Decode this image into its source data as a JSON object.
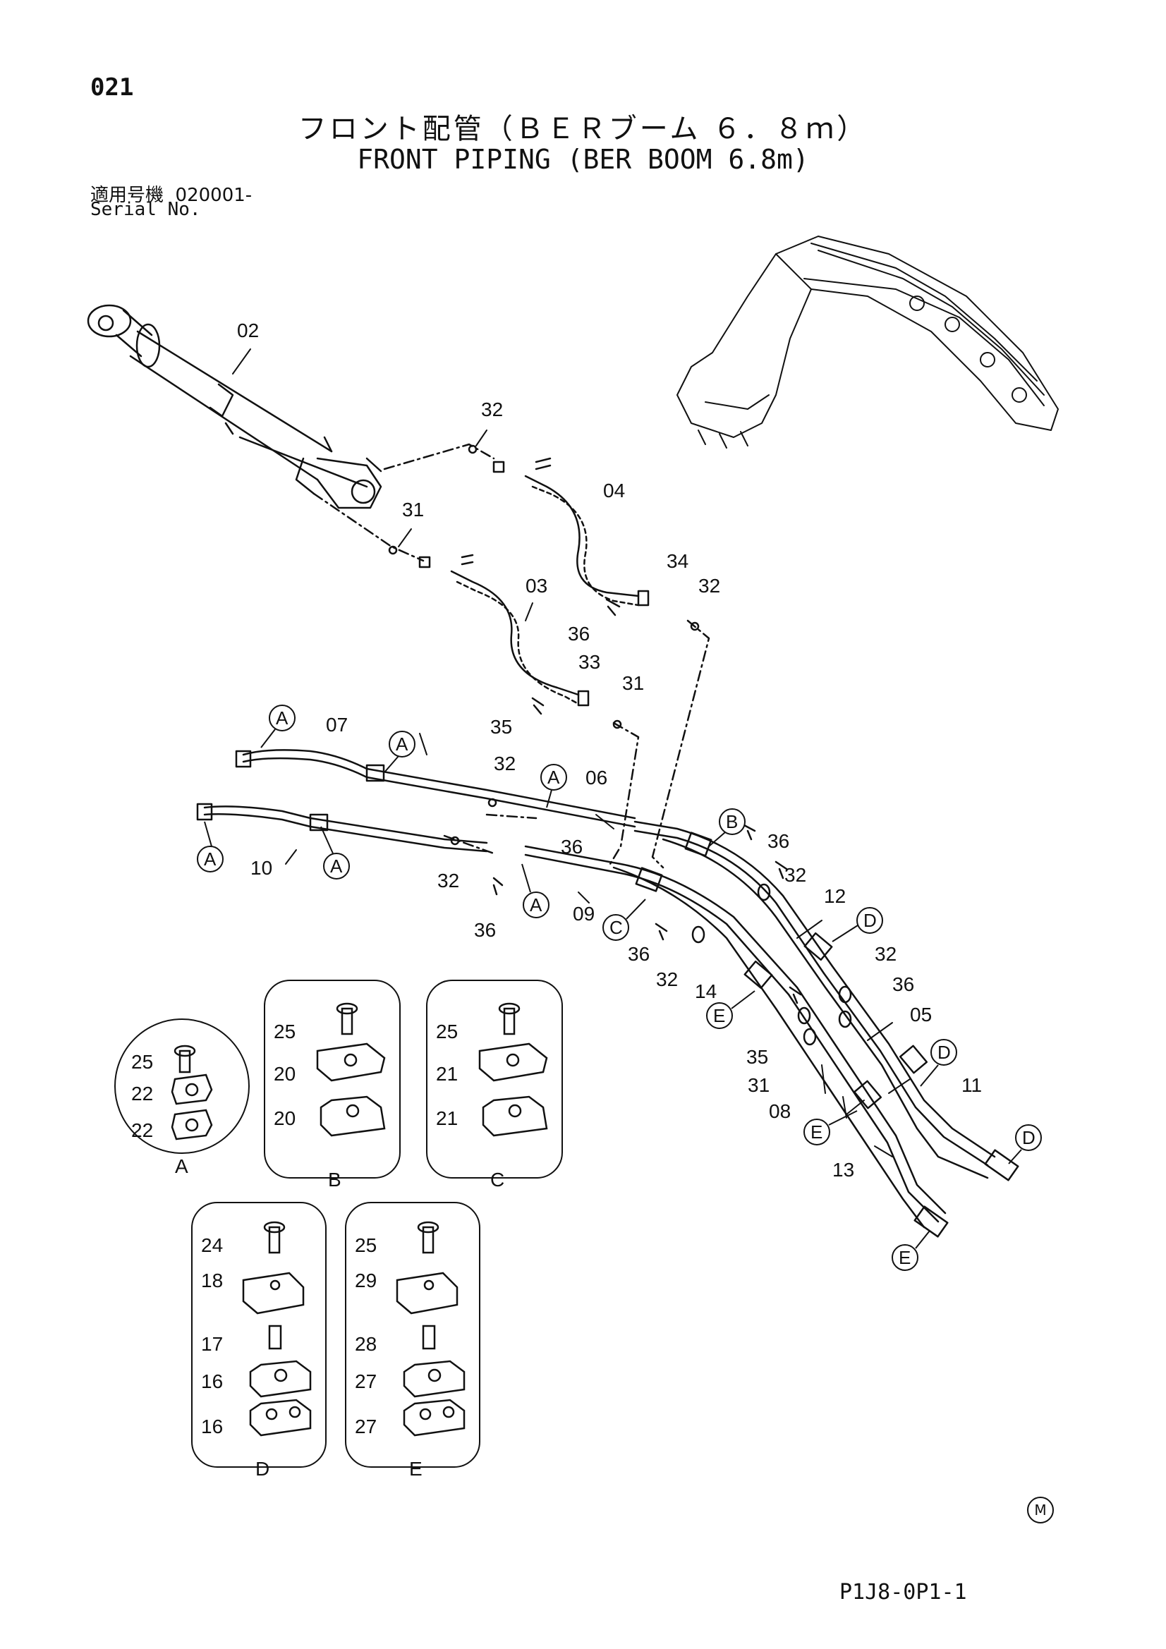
{
  "page_number": "021",
  "title_jp": "フロント配管（ＢＥＲブーム ６．８ｍ）",
  "title_en": "FRONT PIPING (BER BOOM 6.8m)",
  "serial_label_jp": "適用号機",
  "serial_value": "020001-",
  "serial_label_en": "Serial No.",
  "doc_code": "P1J8-0P1-1",
  "mark": "M",
  "part_labels": [
    {
      "id": "02",
      "text": "02"
    },
    {
      "id": "32a",
      "text": "32"
    },
    {
      "id": "04",
      "text": "04"
    },
    {
      "id": "31a",
      "text": "31"
    },
    {
      "id": "03",
      "text": "03"
    },
    {
      "id": "34",
      "text": "34"
    },
    {
      "id": "32b",
      "text": "32"
    },
    {
      "id": "36a",
      "text": "36"
    },
    {
      "id": "33",
      "text": "33"
    },
    {
      "id": "31b",
      "text": "31"
    },
    {
      "id": "35a",
      "text": "35"
    },
    {
      "id": "07",
      "text": "07"
    },
    {
      "id": "32c",
      "text": "32"
    },
    {
      "id": "06",
      "text": "06"
    },
    {
      "id": "36b",
      "text": "36"
    },
    {
      "id": "10",
      "text": "10"
    },
    {
      "id": "32d",
      "text": "32"
    },
    {
      "id": "36c",
      "text": "36"
    },
    {
      "id": "09",
      "text": "09"
    },
    {
      "id": "36d",
      "text": "36"
    },
    {
      "id": "32e",
      "text": "32"
    },
    {
      "id": "12",
      "text": "12"
    },
    {
      "id": "36e",
      "text": "36"
    },
    {
      "id": "32f",
      "text": "32"
    },
    {
      "id": "36f",
      "text": "36"
    },
    {
      "id": "32g",
      "text": "32"
    },
    {
      "id": "14",
      "text": "14"
    },
    {
      "id": "05",
      "text": "05"
    },
    {
      "id": "35b",
      "text": "35"
    },
    {
      "id": "11",
      "text": "11"
    },
    {
      "id": "31c",
      "text": "31"
    },
    {
      "id": "08",
      "text": "08"
    },
    {
      "id": "13",
      "text": "13"
    }
  ],
  "callouts": [
    "A",
    "A",
    "A",
    "A",
    "A",
    "A",
    "B",
    "C",
    "D",
    "D",
    "D",
    "E",
    "E",
    "E"
  ],
  "detail_groups": [
    {
      "id": "A",
      "caption": "A",
      "labels": [
        "25",
        "22",
        "22"
      ]
    },
    {
      "id": "B",
      "caption": "B",
      "labels": [
        "25",
        "20",
        "20"
      ]
    },
    {
      "id": "C",
      "caption": "C",
      "labels": [
        "25",
        "21",
        "21"
      ]
    },
    {
      "id": "D",
      "caption": "D",
      "labels": [
        "24",
        "18",
        "17",
        "16",
        "16"
      ]
    },
    {
      "id": "E",
      "caption": "E",
      "labels": [
        "25",
        "29",
        "28",
        "27",
        "27"
      ]
    }
  ]
}
